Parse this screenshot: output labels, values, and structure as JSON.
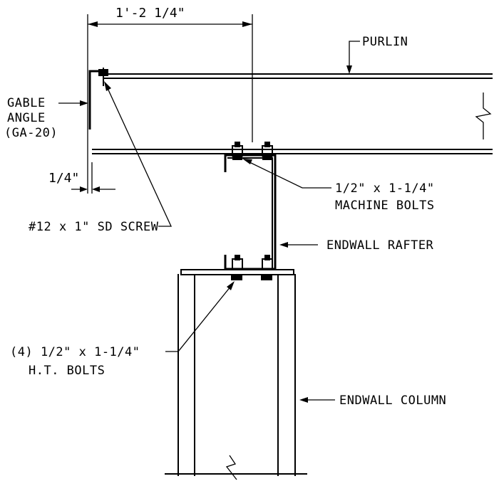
{
  "dimensions": {
    "overall": "1'-2 1/4\"",
    "offset": "1/4\""
  },
  "labels": {
    "purlin": "PURLIN",
    "gable_angle_line1": "GABLE",
    "gable_angle_line2": "ANGLE",
    "gable_angle_line3": "(GA-20)",
    "screw": "#12 x 1\" SD SCREW",
    "machine_bolts_line1": "1/2\" x 1-1/4\"",
    "machine_bolts_line2": "MACHINE BOLTS",
    "endwall_rafter": "ENDWALL RAFTER",
    "ht_bolts_line1": "(4) 1/2\" x 1-1/4\"",
    "ht_bolts_line2": "H.T. BOLTS",
    "endwall_column": "ENDWALL COLUMN"
  }
}
